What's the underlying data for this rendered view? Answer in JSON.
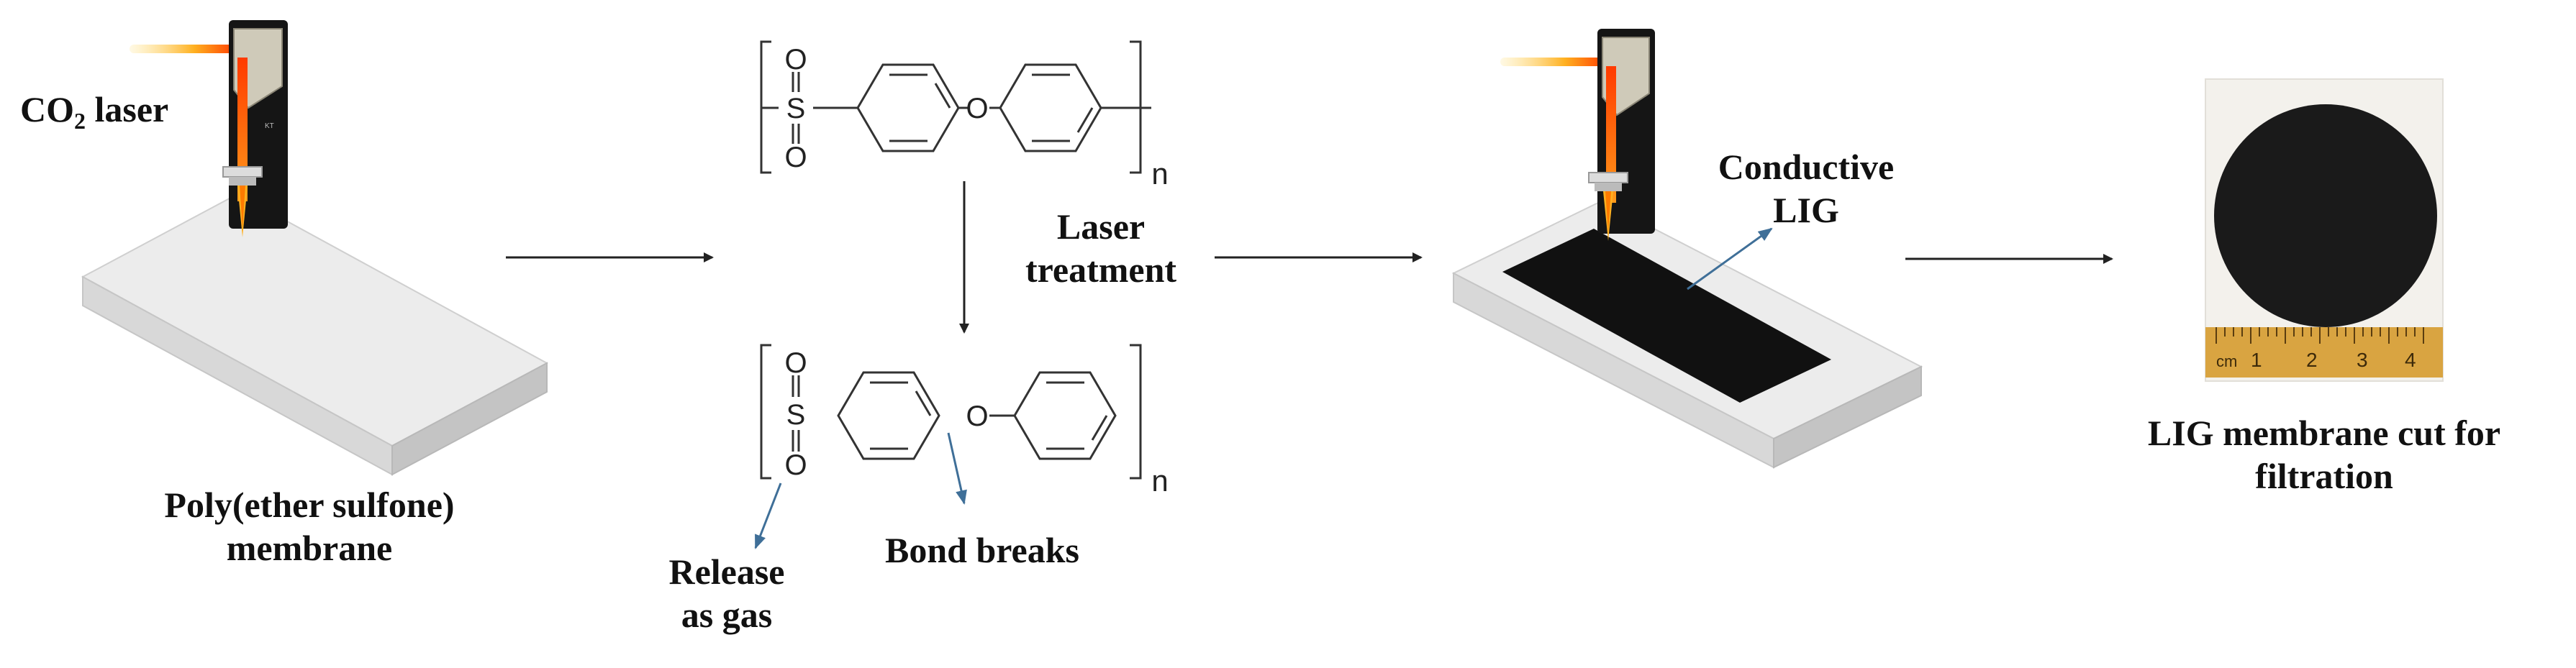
{
  "laser_label": {
    "prefix": "CO",
    "subscript": "2",
    "suffix": " laser"
  },
  "membrane_label": {
    "line1": "Poly(ether sulfone)",
    "line2": "membrane"
  },
  "polymer": {
    "atom_O": "O",
    "atom_S": "S",
    "repeat_n": "n"
  },
  "laser_treatment": {
    "line1": "Laser",
    "line2": "treatment"
  },
  "release_label": {
    "line1": "Release",
    "line2": "as gas"
  },
  "bond_label": "Bond breaks",
  "conductive_label": {
    "line1": "Conductive",
    "line2": "LIG"
  },
  "cut_label": {
    "line1": "LIG membrane cut for",
    "line2": "filtration"
  },
  "ruler_ticks": [
    "cm",
    "1",
    "2",
    "3",
    "4"
  ],
  "colors": {
    "arrow": "#222222",
    "pointer": "#3f6f98",
    "membrane_top": "#ececec",
    "membrane_side": "#d7d7d7",
    "lig": "#111111",
    "laser_beam": "#ff8c1a",
    "ruler": "#d9a441"
  }
}
